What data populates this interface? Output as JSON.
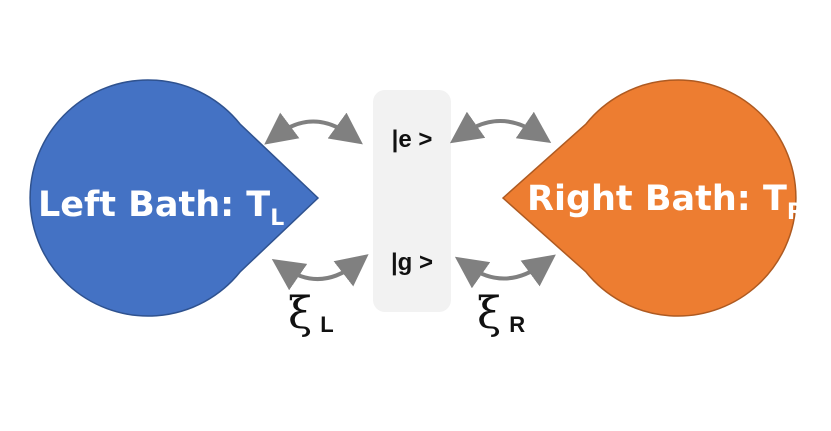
{
  "left_bath": {
    "label": "Left Bath: T",
    "subscript": "L",
    "color": "#4472C4"
  },
  "right_bath": {
    "label": "Right Bath: T",
    "subscript": "R",
    "color": "#ED7D31"
  },
  "system": {
    "excited_state": "|e >",
    "ground_state": "|g >",
    "box_color": "#F2F2F2"
  },
  "couplings": {
    "left_symbol": "ξ",
    "left_subscript": "L",
    "right_symbol": "ξ",
    "right_subscript": "R",
    "arrow_color": "#808080"
  }
}
